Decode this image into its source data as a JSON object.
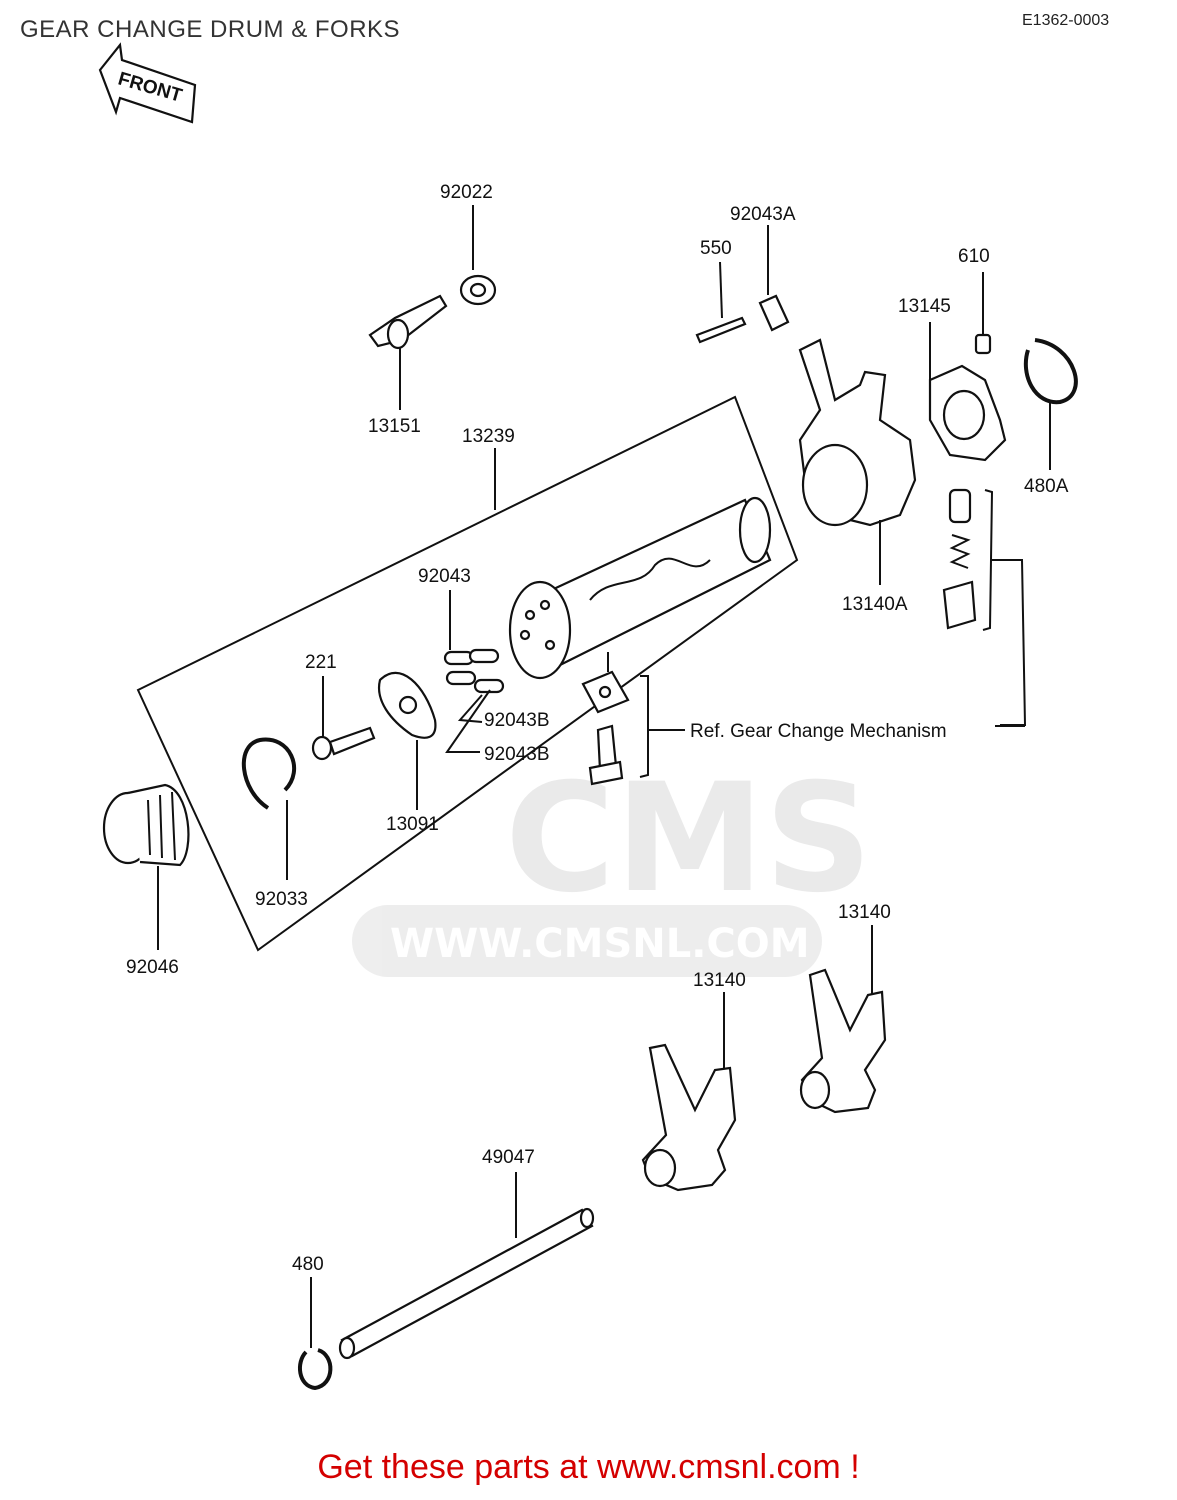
{
  "header": {
    "title": "GEAR CHANGE DRUM & FORKS",
    "ref_code": "E1362-0003",
    "direction_label": "FRONT"
  },
  "watermark": {
    "logo_text": "CMS",
    "url_text": "WWW.CMSNL.COM"
  },
  "callouts": {
    "p92022": "92022",
    "p92043A": "92043A",
    "p550": "550",
    "p610": "610",
    "p13145": "13145",
    "p13151": "13151",
    "p13239": "13239",
    "p480A": "480A",
    "p13140A": "13140A",
    "p92043": "92043",
    "p221": "221",
    "p92043B_1": "92043B",
    "p92043B_2": "92043B",
    "ref_note": "Ref.  Gear Change Mechanism",
    "p13091": "13091",
    "p92033": "92033",
    "p92046": "92046",
    "p13140_right": "13140",
    "p13140_left": "13140",
    "p49047": "49047",
    "p480": "480"
  },
  "footer": {
    "prefix": "Get these parts at ",
    "link": "www.cmsnl.com",
    "suffix": " !"
  }
}
